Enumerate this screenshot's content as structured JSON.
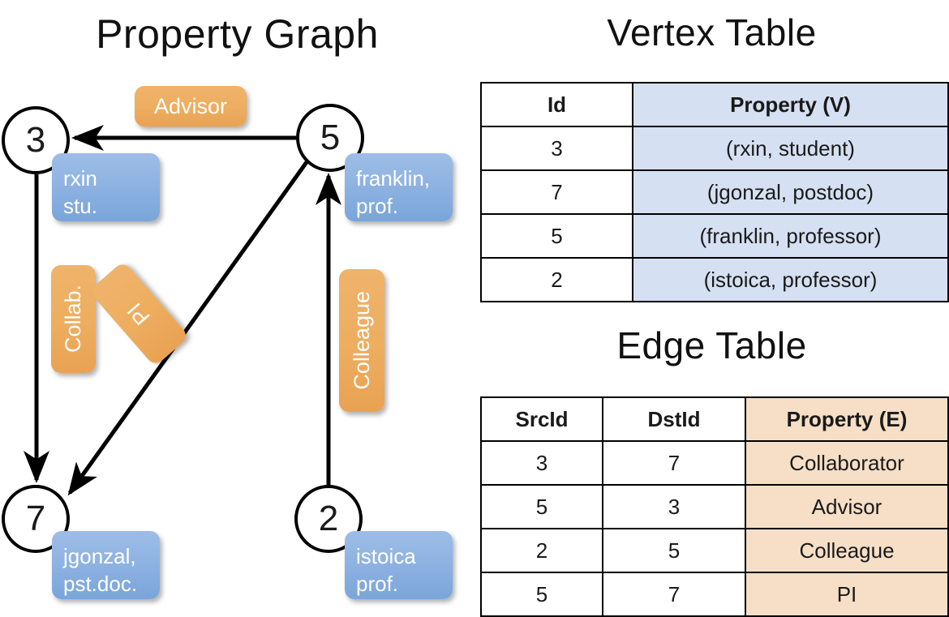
{
  "titles": {
    "property_graph": "Property Graph",
    "vertex_table": "Vertex Table",
    "edge_table": "Edge Table"
  },
  "colors": {
    "vertex_property_fill": "#d5e0f2",
    "edge_property_fill": "#f6dfc6",
    "node_property_box": "#8fb3e2",
    "edge_label_box": "#eeae60",
    "stroke": "#000000"
  },
  "graph": {
    "nodes": [
      {
        "id": "3",
        "property_line1": "rxin",
        "property_line2": "stu."
      },
      {
        "id": "5",
        "property_line1": "franklin,",
        "property_line2": "prof."
      },
      {
        "id": "7",
        "property_line1": "jgonzal,",
        "property_line2": "pst.doc."
      },
      {
        "id": "2",
        "property_line1": "istoica",
        "property_line2": "prof."
      }
    ],
    "edge_labels": [
      {
        "name": "advisor",
        "text": "Advisor"
      },
      {
        "name": "collab",
        "text": "Collab."
      },
      {
        "name": "pi",
        "text": "PI"
      },
      {
        "name": "colleague",
        "text": "Colleague"
      }
    ],
    "edges": [
      {
        "src": "5",
        "dst": "3",
        "label": "Advisor"
      },
      {
        "src": "3",
        "dst": "7",
        "label": "Collab."
      },
      {
        "src": "5",
        "dst": "7",
        "label": "PI"
      },
      {
        "src": "2",
        "dst": "5",
        "label": "Colleague"
      }
    ]
  },
  "vertex_table": {
    "headers": [
      "Id",
      "Property (V)"
    ],
    "rows": [
      {
        "id": "3",
        "property": "(rxin, student)"
      },
      {
        "id": "7",
        "property": "(jgonzal, postdoc)"
      },
      {
        "id": "5",
        "property": "(franklin, professor)"
      },
      {
        "id": "2",
        "property": "(istoica, professor)"
      }
    ]
  },
  "edge_table": {
    "headers": [
      "SrcId",
      "DstId",
      "Property (E)"
    ],
    "rows": [
      {
        "src": "3",
        "dst": "7",
        "property": "Collaborator"
      },
      {
        "src": "5",
        "dst": "3",
        "property": "Advisor"
      },
      {
        "src": "2",
        "dst": "5",
        "property": "Colleague"
      },
      {
        "src": "5",
        "dst": "7",
        "property": "PI"
      }
    ]
  }
}
